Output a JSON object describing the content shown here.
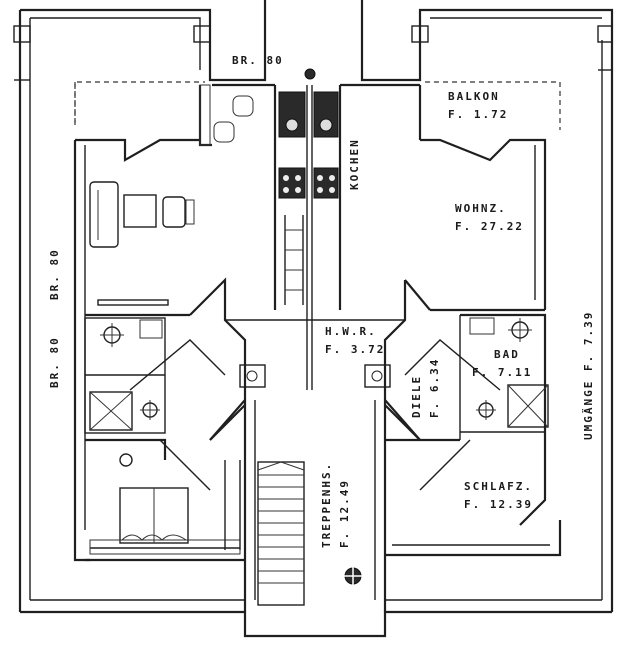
{
  "plan": {
    "rooms": {
      "balkon": {
        "name": "BALKON",
        "area": "F. 1.72"
      },
      "wohnz": {
        "name": "WOHNZ.",
        "area": "F. 27.22"
      },
      "kochen": {
        "name": "KOCHEN"
      },
      "hwr": {
        "name": "H.W.R.",
        "area": "F. 3.72"
      },
      "diele": {
        "name": "DIELE",
        "area": "F. 6.34"
      },
      "bad": {
        "name": "BAD",
        "area": "F. 7.11"
      },
      "schlafz": {
        "name": "SCHLAFZ.",
        "area": "F. 12.39"
      },
      "treppenhs": {
        "name": "TREPPENHS.",
        "area": "F. 12.49"
      }
    },
    "annotations": {
      "br_top": "BR. 80",
      "br_left_upper": "BR. 80",
      "br_left_lower": "BR. 80",
      "umgang": "UMGÄNGE  F. 7.39"
    }
  }
}
